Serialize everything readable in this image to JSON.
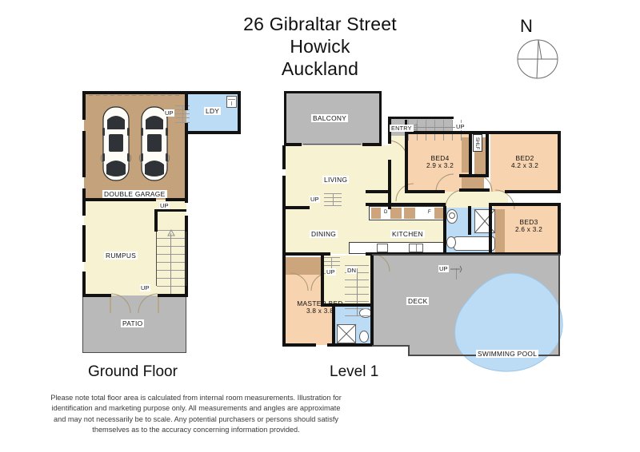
{
  "header": {
    "line1": "26 Gibraltar Street",
    "line2": "Howick",
    "line3": "Auckland"
  },
  "compass": {
    "label": "N",
    "icon": "compass-rose-icon"
  },
  "floors": [
    {
      "id": "ground",
      "caption": "Ground Floor"
    },
    {
      "id": "level1",
      "caption": "Level 1"
    }
  ],
  "ground_floor": {
    "caption": "Ground Floor",
    "rooms": [
      {
        "name": "DOUBLE GARAGE",
        "dims": "",
        "fill": "#c4a37c"
      },
      {
        "name": "LDY",
        "dims": "",
        "fill": "#bcdcf5"
      },
      {
        "name": "RUMPUS",
        "dims": "",
        "fill": "#f7f3d2"
      },
      {
        "name": "PATIO",
        "dims": "",
        "fill": "#b9b9b9"
      }
    ],
    "stair_markers": [
      "UP",
      "UP",
      "UP"
    ],
    "vehicles": 2
  },
  "level1": {
    "caption": "Level 1",
    "rooms": [
      {
        "name": "BALCONY",
        "dims": "",
        "fill": "#b9b9b9"
      },
      {
        "name": "ENTRY",
        "dims": "",
        "fill": "#b9b9b9"
      },
      {
        "name": "LIVING",
        "dims": "",
        "fill": "#f7f3d2"
      },
      {
        "name": "DINING",
        "dims": "",
        "fill": "#f7f3d2"
      },
      {
        "name": "KITCHEN",
        "dims": "",
        "fill": "#f7f3d2"
      },
      {
        "name": "BED4",
        "dims": "2.9 x 3.2",
        "fill": "#f7d3b0"
      },
      {
        "name": "BED2",
        "dims": "4.2 x 3.2",
        "fill": "#f7d3b0"
      },
      {
        "name": "BED3",
        "dims": "2.6 x 3.2",
        "fill": "#f7d3b0"
      },
      {
        "name": "MASTER BED",
        "dims": "3.8 x 3.8",
        "fill": "#f7d3b0"
      },
      {
        "name": "DECK",
        "dims": "",
        "fill": "#b9b9b9"
      },
      {
        "name": "SWIMMING POOL",
        "dims": "",
        "fill": "#bcdcf5"
      }
    ],
    "stair_markers": [
      "UP",
      "UP",
      "DN",
      "UP"
    ],
    "wardrobe_label": "SHLF"
  },
  "labels": {
    "double_garage": "DOUBLE GARAGE",
    "ldy": "LDY",
    "rumpus": "RUMPUS",
    "patio": "PATIO",
    "balcony": "BALCONY",
    "entry": "ENTRY",
    "living": "LIVING",
    "dining": "DINING",
    "kitchen": "KITCHEN",
    "bed4": "BED4",
    "bed4_dims": "2.9 x 3.2",
    "bed2": "BED2",
    "bed2_dims": "4.2 x 3.2",
    "bed3": "BED3",
    "bed3_dims": "2.6 x 3.2",
    "master": "MASTER BED",
    "master_dims": "3.8 x 3.8",
    "deck": "DECK",
    "pool": "SWIMMING POOL",
    "up": "UP",
    "dn": "DN",
    "shlf": "SHLF",
    "d": "D",
    "f": "F"
  },
  "disclaimer": {
    "l1": "Please note total floor area is calculated from internal room measurements.  Illustration for",
    "l2": "identification and marketing purpose only.  All measurements and angles are approximate",
    "l3": "and may not necessarily be to scale.  Any potential purchasers or persons should satisfy",
    "l4": "themselves as to the accuracy concerning information provided."
  },
  "colors": {
    "wall": "#121212",
    "cream": "#f7f3d2",
    "peach": "#f7d3b0",
    "tan": "#c4a37c",
    "grey": "#b9b9b9",
    "water": "#bcdcf5",
    "wood": "#cda57c",
    "page": "#ffffff"
  }
}
